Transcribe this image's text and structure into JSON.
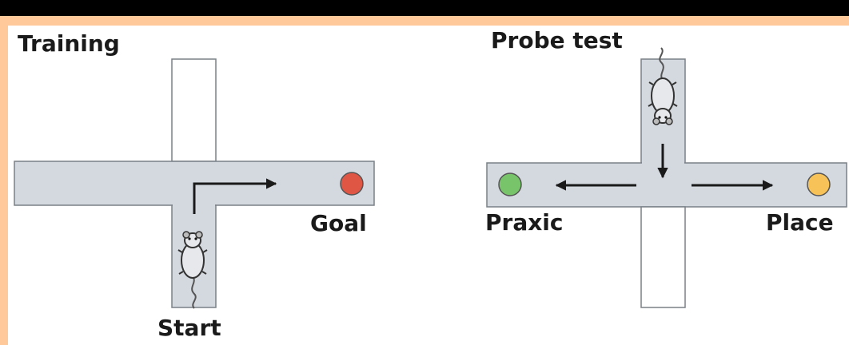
{
  "colors": {
    "frame": "#000000",
    "border": "#ffc99a",
    "panel": "#ffffff",
    "maze": "#d4d9df",
    "maze_stroke": "#7a8087",
    "goal": "#e05645",
    "praxic": "#78c46a",
    "place": "#f7c257",
    "text": "#1a1a1a"
  },
  "training": {
    "title": "Training",
    "goal_label": "Goal",
    "start_label": "Start",
    "icons": [
      "rat-icon",
      "turn-right-arrow-icon",
      "goal-marker-icon"
    ]
  },
  "probe": {
    "title": "Probe test",
    "praxic_label": "Praxic",
    "place_label": "Place",
    "icons": [
      "rat-icon",
      "down-arrow-icon",
      "left-arrow-icon",
      "right-arrow-icon",
      "praxic-marker-icon",
      "place-marker-icon"
    ]
  }
}
